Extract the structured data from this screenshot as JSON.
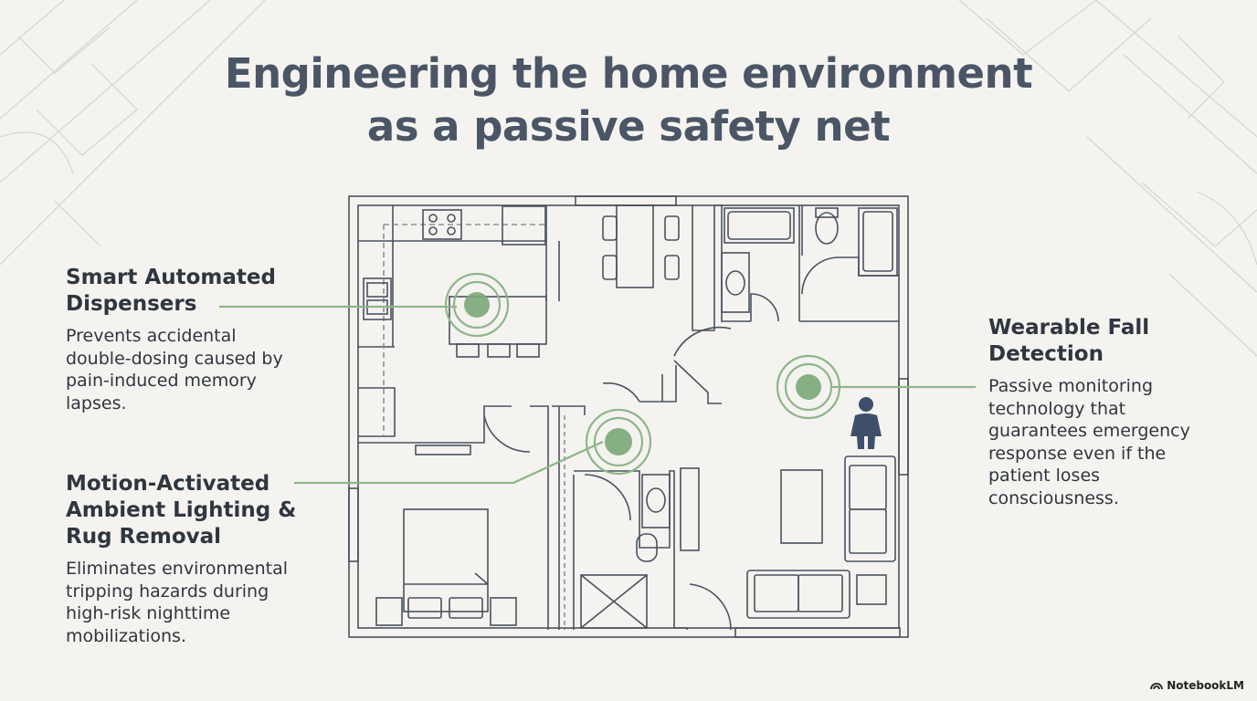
{
  "title": {
    "line1": "Engineering the home environment",
    "line2": "as a passive safety net"
  },
  "callouts": [
    {
      "heading_lines": [
        "Smart Automated",
        "Dispensers"
      ],
      "body_lines": [
        "Prevents accidental",
        "double-dosing caused by",
        "pain-induced memory",
        "lapses."
      ]
    },
    {
      "heading_lines": [
        "Motion-Activated",
        "Ambient Lighting &",
        "Rug Removal"
      ],
      "body_lines": [
        "Eliminates environmental",
        "tripping hazards during",
        "high-risk nighttime",
        "mobilizations."
      ]
    },
    {
      "heading_lines": [
        "Wearable Fall",
        "Detection"
      ],
      "body_lines": [
        "Passive monitoring",
        "technology that",
        "guarantees emergency",
        "response even if the",
        "patient loses",
        "consciousness."
      ]
    }
  ],
  "branding": {
    "label": "NotebookLM"
  },
  "colors": {
    "accent_green": "#8fb58a",
    "accent_green_dark": "#7aa877",
    "plan_line": "#4a5260",
    "person": "#3f4f6b"
  },
  "icons": {
    "sensor": "concentric-circle-sensor-icon",
    "person": "person-icon",
    "brand": "notebooklm-logo-icon"
  }
}
